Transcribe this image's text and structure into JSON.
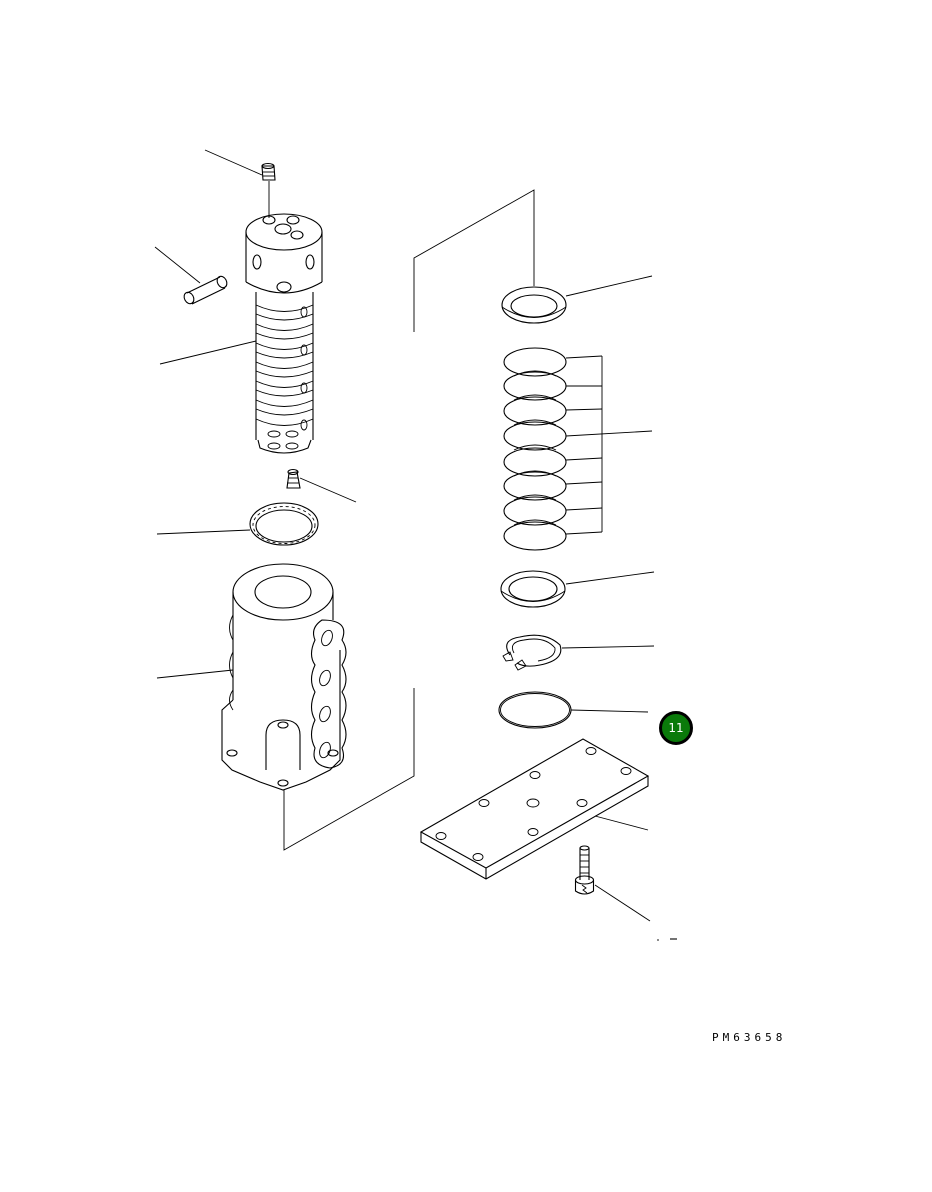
{
  "diagram": {
    "type": "exploded-parts-view",
    "drawing_id": "PM63658",
    "badge": {
      "label": "11",
      "color": "#0a7a0a",
      "border": "#000000"
    },
    "parts": [
      {
        "name": "plug-screw-top"
      },
      {
        "name": "pin"
      },
      {
        "name": "spool"
      },
      {
        "name": "plug-small"
      },
      {
        "name": "backup-ring"
      },
      {
        "name": "valve-body"
      },
      {
        "name": "washer-top"
      },
      {
        "name": "seal-rings",
        "count": 8
      },
      {
        "name": "washer-bottom"
      },
      {
        "name": "snap-ring"
      },
      {
        "name": "o-ring"
      },
      {
        "name": "plate"
      },
      {
        "name": "bolt"
      }
    ]
  }
}
